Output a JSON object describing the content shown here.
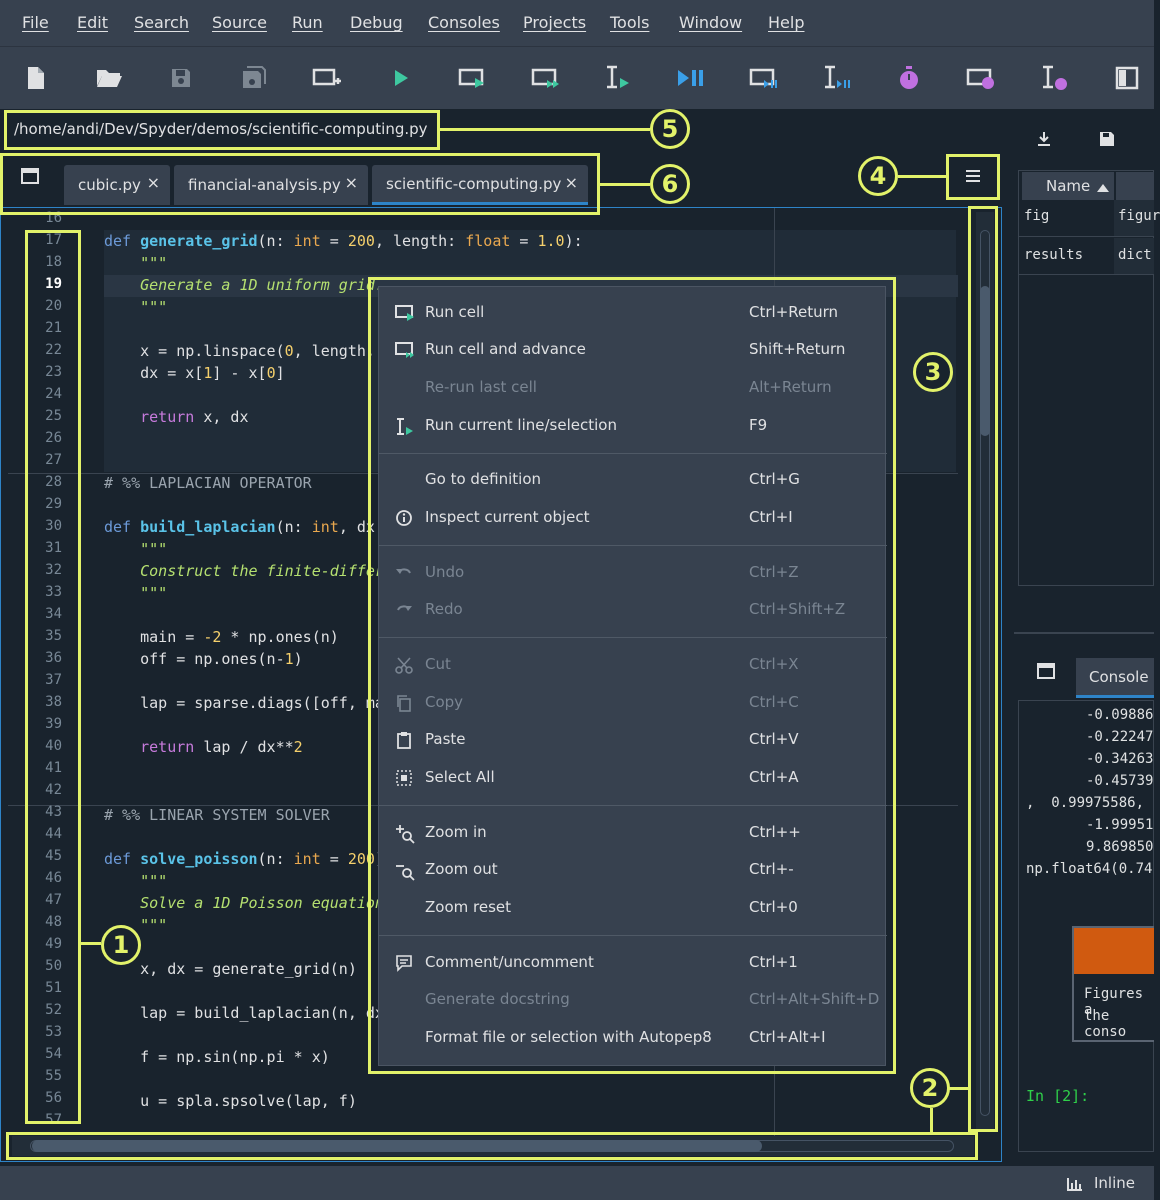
{
  "menubar": [
    "File",
    "Edit",
    "Search",
    "Source",
    "Run",
    "Debug",
    "Consoles",
    "Projects",
    "Tools",
    "Window",
    "Help"
  ],
  "toolbar": [
    "new-file-icon",
    "open-folder-icon",
    "save-icon",
    "save-all-icon",
    "new-cell-icon",
    "run-file-icon",
    "run-cell-icon",
    "run-cell-advance-icon",
    "run-selection-icon",
    "debug-icon",
    "debug-cell-icon",
    "debug-selection-icon",
    "profile-icon",
    "profile-cell-icon",
    "profile-selection-icon",
    "maximize-pane-icon"
  ],
  "path": "/home/andi/Dev/Spyder/demos/scientific-computing.py",
  "tabs": [
    {
      "label": "cubic.py",
      "close": "×"
    },
    {
      "label": "financial-analysis.py",
      "close": "×"
    },
    {
      "label": "scientific-computing.py",
      "close": "×"
    }
  ],
  "line_numbers": [
    "16",
    "17",
    "18",
    "19",
    "20",
    "21",
    "22",
    "23",
    "24",
    "25",
    "26",
    "27",
    "28",
    "29",
    "30",
    "31",
    "32",
    "33",
    "34",
    "35",
    "36",
    "37",
    "38",
    "39",
    "40",
    "41",
    "42",
    "43",
    "44",
    "45",
    "46",
    "47",
    "48",
    "49",
    "50",
    "51",
    "52",
    "53",
    "54",
    "55",
    "56",
    "57"
  ],
  "code": {
    "l17_def": "def ",
    "l17_fn": "generate_grid",
    "l17_rest_a": "(n: ",
    "l17_type_a": "int",
    "l17_rest_b": " = ",
    "l17_num_a": "200",
    "l17_rest_c": ", length: ",
    "l17_type_b": "float",
    "l17_rest_d": " = ",
    "l17_num_b": "1.0",
    "l17_rest_e": "):",
    "l18": "    \"\"\"",
    "l19": "    Generate a 1D uniform grid.",
    "l20": "    \"\"\"",
    "l22_a": "    x = np.linspace(",
    "l22_num": "0",
    "l22_b": ", length, n",
    "l23_a": "    dx = x[",
    "l23_n1": "1",
    "l23_b": "] - x[",
    "l23_n2": "0",
    "l23_c": "]",
    "l25_kw": "    return",
    "l25_b": " x, dx",
    "l28": "# %% LAPLACIAN OPERATOR",
    "l30_def": "def ",
    "l30_fn": "build_laplacian",
    "l30_a": "(n: ",
    "l30_type": "int",
    "l30_b": ", dx:",
    "l31": "    \"\"\"",
    "l32": "    Construct the finite-differe",
    "l33": "    \"\"\"",
    "l35_a": "    main = ",
    "l35_num": "-2",
    "l35_b": " * np.ones(n)",
    "l36_a": "    off = np.ones(n-",
    "l36_num": "1",
    "l36_b": ")",
    "l38": "    lap = sparse.diags([off, mai",
    "l40_kw": "    return",
    "l40_b": " lap / dx**",
    "l40_num": "2",
    "l43": "# %% LINEAR SYSTEM SOLVER",
    "l45_def": "def ",
    "l45_fn": "solve_poisson",
    "l45_a": "(n: ",
    "l45_type": "int",
    "l45_b": " = ",
    "l45_num": "200",
    "l45_c": "):",
    "l46": "    \"\"\"",
    "l47": "    Solve a 1D Poisson equation",
    "l48": "    \"\"\"",
    "l50": "    x, dx = generate_grid(n)",
    "l52": "    lap = build_laplacian(n, dx)",
    "l54": "    f = np.sin(np.pi * x)",
    "l56": "    u = spla.spsolve(lap, f)"
  },
  "context_menu": [
    {
      "icon": "run-cell-icon",
      "label": "Run cell",
      "shortcut": "Ctrl+Return",
      "enabled": true
    },
    {
      "icon": "run-cell-advance-icon",
      "label": "Run cell and advance",
      "shortcut": "Shift+Return",
      "enabled": true
    },
    {
      "icon": "",
      "label": "Re-run last cell",
      "shortcut": "Alt+Return",
      "enabled": false
    },
    {
      "icon": "run-selection-icon",
      "label": "Run current line/selection",
      "shortcut": "F9",
      "enabled": true
    },
    {
      "icon": "",
      "label": "Go to definition",
      "shortcut": "Ctrl+G",
      "enabled": true
    },
    {
      "icon": "info-icon",
      "label": "Inspect current object",
      "shortcut": "Ctrl+I",
      "enabled": true
    },
    {
      "icon": "undo-icon",
      "label": "Undo",
      "shortcut": "Ctrl+Z",
      "enabled": false
    },
    {
      "icon": "redo-icon",
      "label": "Redo",
      "shortcut": "Ctrl+Shift+Z",
      "enabled": false
    },
    {
      "icon": "cut-icon",
      "label": "Cut",
      "shortcut": "Ctrl+X",
      "enabled": false
    },
    {
      "icon": "copy-icon",
      "label": "Copy",
      "shortcut": "Ctrl+C",
      "enabled": false
    },
    {
      "icon": "paste-icon",
      "label": "Paste",
      "shortcut": "Ctrl+V",
      "enabled": true
    },
    {
      "icon": "select-all-icon",
      "label": "Select All",
      "shortcut": "Ctrl+A",
      "enabled": true
    },
    {
      "icon": "zoom-in-icon",
      "label": "Zoom in",
      "shortcut": "Ctrl++",
      "enabled": true
    },
    {
      "icon": "zoom-out-icon",
      "label": "Zoom out",
      "shortcut": "Ctrl+-",
      "enabled": true
    },
    {
      "icon": "",
      "label": "Zoom reset",
      "shortcut": "Ctrl+0",
      "enabled": true
    },
    {
      "icon": "comment-icon",
      "label": "Comment/uncomment",
      "shortcut": "Ctrl+1",
      "enabled": true
    },
    {
      "icon": "",
      "label": "Generate docstring",
      "shortcut": "Ctrl+Alt+Shift+D",
      "enabled": false
    },
    {
      "icon": "",
      "label": "Format file or selection with Autopep8",
      "shortcut": "Ctrl+Alt+I",
      "enabled": true
    }
  ],
  "variable_explorer": {
    "header_name": "Name",
    "rows": [
      {
        "name": "fig",
        "type": "figur"
      },
      {
        "name": "results",
        "type": "dict"
      }
    ]
  },
  "console": {
    "tab_label": "Console",
    "lines": [
      "-0.09886",
      "-0.22247",
      "-0.34263",
      "-0.45739",
      ",  0.99975586,",
      "-1.99951",
      "9.869850",
      "np.float64(0.74"
    ],
    "figure_note_1": "Figures a",
    "figure_note_2": "the conso",
    "prompt": "In [2]:"
  },
  "status": {
    "inline_label": "Inline"
  },
  "annotations": [
    "1",
    "2",
    "3",
    "4",
    "5",
    "6"
  ],
  "colors": {
    "accent": "#2e84c8",
    "highlight": "#e2f26a",
    "run_green": "#3ec8a0",
    "debug_blue": "#3a9fe8",
    "profile_purple": "#c070e0"
  }
}
